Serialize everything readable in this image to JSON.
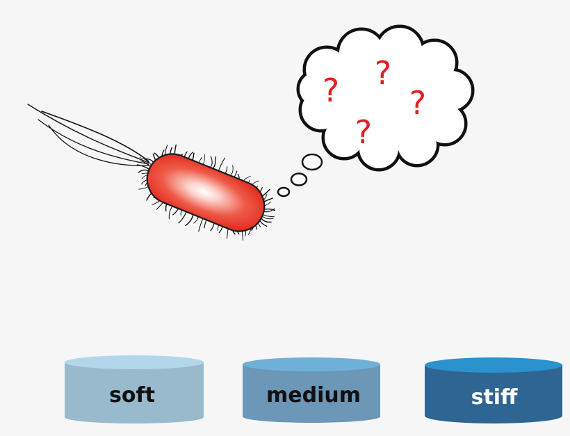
{
  "thought_bubble": {
    "marks": [
      "?",
      "?",
      "?",
      "?"
    ],
    "mark_color": "#e02020"
  },
  "bacterium": {
    "body_color": "#e8332a",
    "highlight_color": "#ffffff"
  },
  "substrates": [
    {
      "label": "soft",
      "top_color": "#b3d7ea",
      "side_color": "#99b9cd",
      "text_color": "#111111"
    },
    {
      "label": "medium",
      "top_color": "#6fb0d8",
      "side_color": "#6c97b7",
      "text_color": "#111111"
    },
    {
      "label": "stiff",
      "top_color": "#2a92cd",
      "side_color": "#2f6592",
      "text_color": "#ffffff"
    }
  ]
}
